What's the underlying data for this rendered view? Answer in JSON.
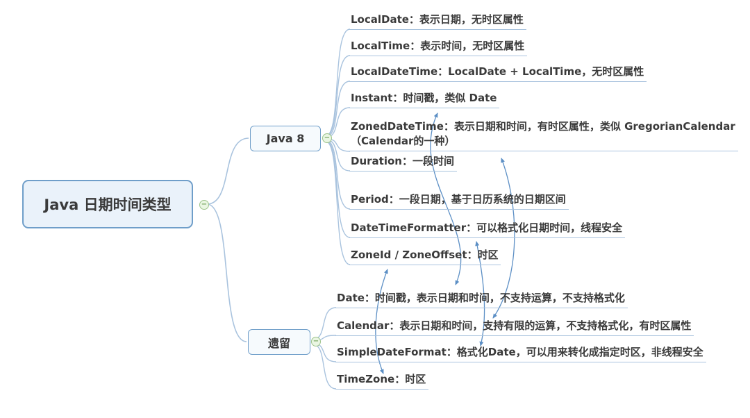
{
  "root": {
    "label": "Java 日期时间类型"
  },
  "badge": {
    "collapse_glyph": "−"
  },
  "branches": [
    {
      "label": "Java 8",
      "children": [
        {
          "label": "LocalDate：表示日期，无时区属性"
        },
        {
          "label": "LocalTime：表示时间，无时区属性"
        },
        {
          "label": "LocalDateTime：LocalDate + LocalTime，无时区属性"
        },
        {
          "label": "Instant：时间戳，类似 Date"
        },
        {
          "label": "ZonedDateTime：表示日期和时间，有时区属性，类似 GregorianCalendar",
          "label2": "（Calendar的一种）"
        },
        {
          "label": "Duration：一段时间"
        },
        {
          "label": "Period：一段日期，基于日历系统的日期区间"
        },
        {
          "label": "DateTimeFormatter：可以格式化日期时间，线程安全"
        },
        {
          "label": "ZoneId / ZoneOffset：时区"
        }
      ]
    },
    {
      "label": "遗留",
      "children": [
        {
          "label": "Date：时间戳，表示日期和时间，不支持运算，不支持格式化"
        },
        {
          "label": "Calendar：表示日期和时间，支持有限的运算，不支持格式化，有时区属性"
        },
        {
          "label": "SimpleDateFormat：格式化Date，可以用来转化成指定时区，非线程安全"
        },
        {
          "label": "TimeZone：时区"
        }
      ]
    }
  ],
  "relationships": [
    {
      "from": "Instant",
      "to": "Date"
    },
    {
      "from": "Calendar",
      "to": "ZonedDateTime"
    },
    {
      "from": "SimpleDateFormat",
      "to": "DateTimeFormatter"
    },
    {
      "from": "TimeZone",
      "to": "ZoneId / ZoneOffset"
    }
  ],
  "colors": {
    "node_border": "#6f9ec9",
    "node_fill": "#eaf2fa",
    "connector": "#a9c3de",
    "relationship": "#5c8fc5",
    "badge_fill": "#eaf6e3",
    "badge_border": "#9cc38a"
  }
}
